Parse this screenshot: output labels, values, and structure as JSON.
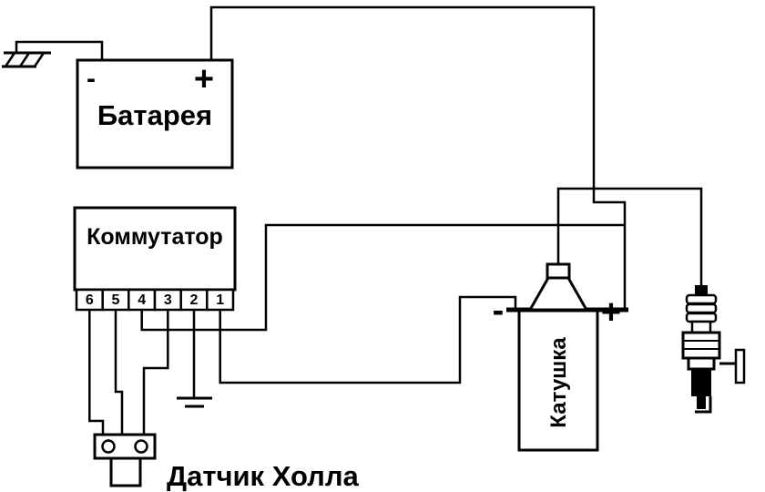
{
  "diagram": {
    "battery": {
      "label": "Батарея",
      "minus_symbol": "-",
      "plus_symbol": "+"
    },
    "commutator": {
      "label": "Коммутатор",
      "terminals": [
        "6",
        "5",
        "4",
        "3",
        "2",
        "1"
      ]
    },
    "hall_sensor": {
      "label": "Датчик Холла"
    },
    "ignition_coil": {
      "label": "Катушка",
      "minus_symbol": "-",
      "plus_symbol": "+"
    },
    "colors": {
      "line": "#000000",
      "background": "#ffffff"
    }
  }
}
